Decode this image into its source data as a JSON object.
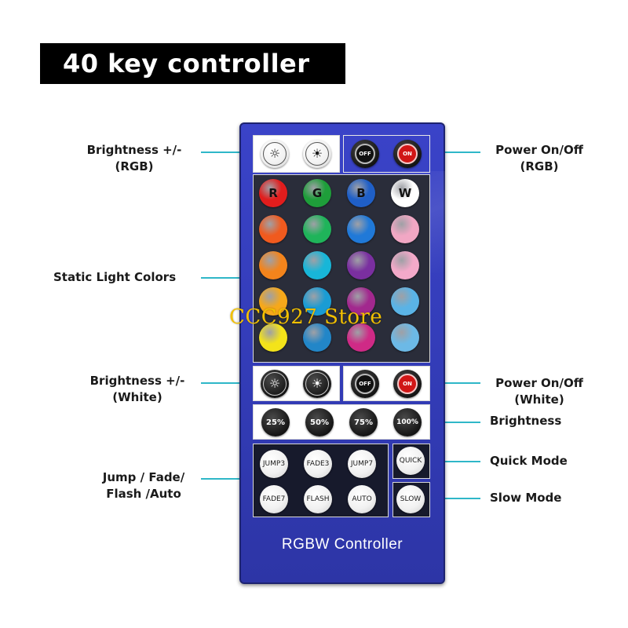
{
  "title": "40 key controller",
  "remote_label": "RGBW Controller",
  "watermark": "CCC927 Store",
  "callouts": {
    "brightness_rgb_line1": "Brightness +/-",
    "brightness_rgb_line2": "(RGB)",
    "power_rgb_line1": "Power On/Off",
    "power_rgb_line2": "(RGB)",
    "static_colors": "Static Light Colors",
    "brightness_white_line1": "Brightness +/-",
    "brightness_white_line2": "(White)",
    "power_white_line1": "Power On/Off",
    "power_white_line2": "(White)",
    "brightness": "Brightness",
    "quick_mode": "Quick Mode",
    "slow_mode": "Slow Mode",
    "modes_line1": "Jump / Fade/",
    "modes_line2": "Flash /Auto"
  },
  "buttons": {
    "off_label": "OFF",
    "on_label": "ON",
    "letters": [
      "R",
      "G",
      "B",
      "W"
    ],
    "percent": [
      "25%",
      "50%",
      "75%",
      "100%"
    ],
    "modes_row1": [
      "JUMP3",
      "FADE3",
      "JUMP7"
    ],
    "modes_row2": [
      "FADE7",
      "FLASH",
      "AUTO"
    ],
    "quick": "QUICK",
    "slow": "SLOW"
  },
  "colors": {
    "accent_leader": "#2fb7c8",
    "remote_body": "#3a43c8",
    "watermark": "#f2c000",
    "grid": [
      [
        "#e11d1d",
        "#1e9e3a",
        "#1f5fc7",
        "#ffffff"
      ],
      [
        "#f05a1e",
        "#1fb45a",
        "#2079d8",
        "#f1a7c4"
      ],
      [
        "#f3841c",
        "#18b6d8",
        "#7a2fa0",
        "#f3a9c9"
      ],
      [
        "#f6a81a",
        "#1a9cd4",
        "#a2288e",
        "#5ab3e6"
      ],
      [
        "#f3e31a",
        "#2286c8",
        "#cf2a86",
        "#6cb9e6"
      ]
    ]
  },
  "icons": {
    "brightness_down": "sun-down-icon",
    "brightness_up": "sun-up-icon",
    "power_off": "power-off-icon",
    "power_on": "power-on-icon"
  }
}
